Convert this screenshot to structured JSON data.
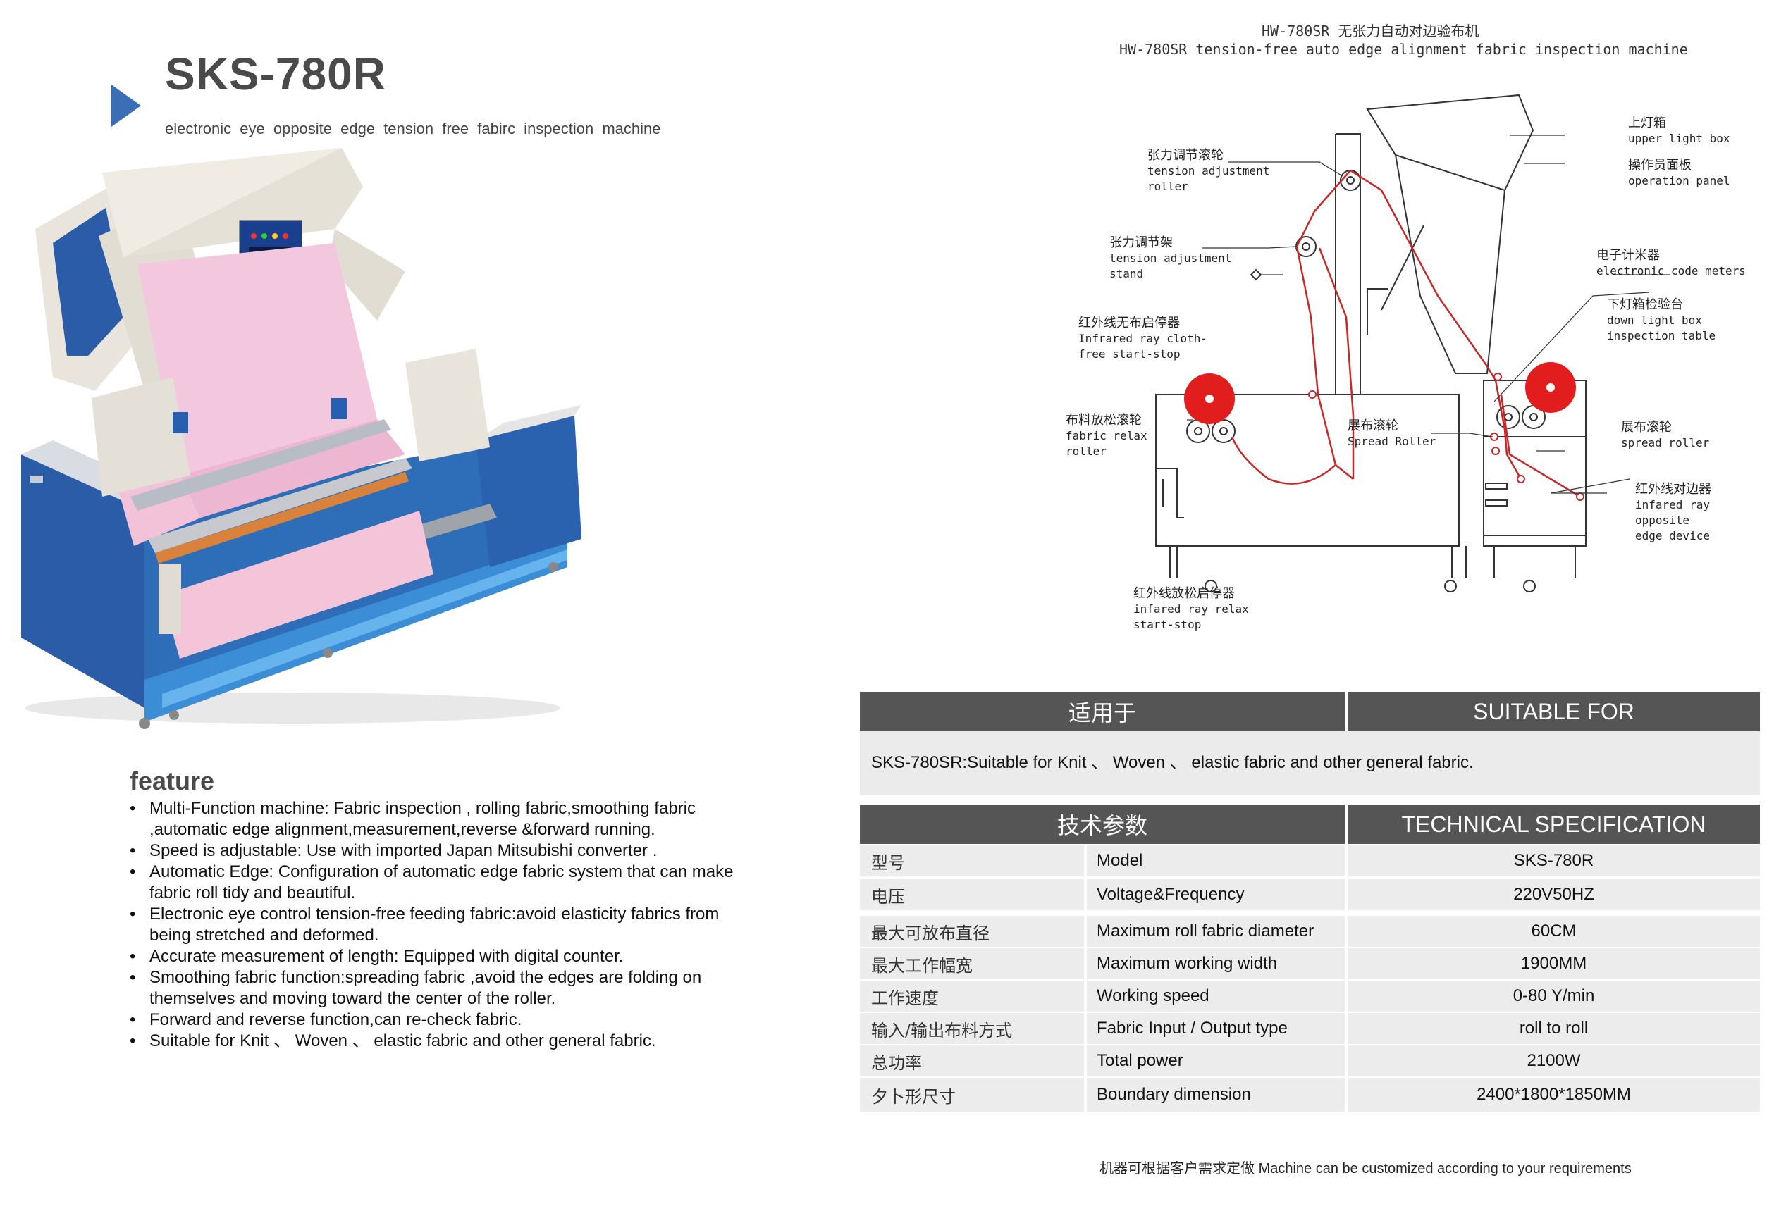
{
  "header": {
    "model": "SKS-780R",
    "description": "electronic eye opposite edge tension free fabirc inspection machine"
  },
  "feature": {
    "heading": "feature",
    "items": [
      "Multi-Function machine: Fabric inspection , rolling fabric,smoothing fabric ,automatic edge alignment,measurement,reverse &forward running.",
      "Speed is adjustable: Use with imported Japan Mitsubishi converter .",
      "Automatic Edge: Configuration of automatic edge fabric system that can make fabric roll tidy and beautiful.",
      "Electronic eye control tension-free feeding fabric:avoid elasticity fabrics from being stretched and deformed.",
      "Accurate measurement of length: Equipped with digital counter.",
      "Smoothing fabric function:spreading fabric ,avoid the edges are folding on themselves and moving toward the center of the roller.",
      "Forward and reverse function,can re-check fabric.",
      "Suitable for Knit 、 Woven 、 elastic fabric and other general fabric."
    ]
  },
  "diagram": {
    "title_cn": "HW-780SR 无张力自动对边验布机",
    "title_en": "HW-780SR tension-free auto edge alignment fabric inspection machine",
    "labels": {
      "upper_light_box": {
        "cn": "上灯箱",
        "en": [
          "upper light box"
        ]
      },
      "operation_panel": {
        "cn": "操作员面板",
        "en": [
          "operation panel"
        ]
      },
      "tension_roller": {
        "cn": "张力调节滚轮",
        "en": [
          "tension adjustment",
          "roller"
        ]
      },
      "tension_stand": {
        "cn": "张力调节架",
        "en": [
          "tension adjustment",
          "stand"
        ]
      },
      "code_meters": {
        "cn": "电子计米器",
        "en": [
          "electronic code meters"
        ]
      },
      "down_light_box": {
        "cn": "下灯箱检验台",
        "en": [
          "down light box",
          "inspection table"
        ]
      },
      "infrared_cloth_free": {
        "cn": "红外线无布启停器",
        "en": [
          "Infrared ray cloth-",
          "free start-stop"
        ]
      },
      "fabric_relax_roller": {
        "cn": "布料放松滚轮",
        "en": [
          "fabric relax",
          "roller"
        ]
      },
      "spread_roller_left": {
        "cn": "展布滚轮",
        "en": [
          "Spread Roller"
        ]
      },
      "spread_roller_right": {
        "cn": "展布滚轮",
        "en": [
          "spread roller"
        ]
      },
      "infrared_edge_device": {
        "cn": "红外线对边器",
        "en": [
          "infared ray",
          "opposite",
          "edge device"
        ]
      },
      "infrared_relax": {
        "cn": "红外线放松启停器",
        "en": [
          "infared ray relax",
          "start-stop"
        ]
      }
    }
  },
  "suitable": {
    "header_cn": "适用于",
    "header_en": "SUITABLE FOR",
    "text": "SKS-780SR:Suitable for Knit 、 Woven 、 elastic fabric and other general fabric."
  },
  "spec": {
    "header_cn": "技术参数",
    "header_en": "TECHNICAL SPECIFICATION",
    "rows": [
      {
        "cn": "型号",
        "en": "Model",
        "value": "SKS-780R"
      },
      {
        "cn": "电压",
        "en": "Voltage&Frequency",
        "value": "220V50HZ"
      },
      {
        "cn": "最大可放布直径",
        "en": "Maximum roll fabric diameter",
        "value": "60CM"
      },
      {
        "cn": "最大工作幅宽",
        "en": "Maximum working width",
        "value": "1900MM"
      },
      {
        "cn": "工作速度",
        "en": "Working speed",
        "value": "0-80 Y/min"
      },
      {
        "cn": "输入/输出布料方式",
        "en": "Fabric Input / Output type",
        "value": "roll to roll"
      },
      {
        "cn": "总功率",
        "en": "Total power",
        "value": "2100W"
      },
      {
        "cn": "夕卜形尺寸",
        "en": "Boundary dimension",
        "value": "2400*1800*1850MM"
      }
    ]
  },
  "footnote": {
    "cn": "机器可根据客户需求定做",
    "en": "Machine can be customized according to your requirements"
  }
}
